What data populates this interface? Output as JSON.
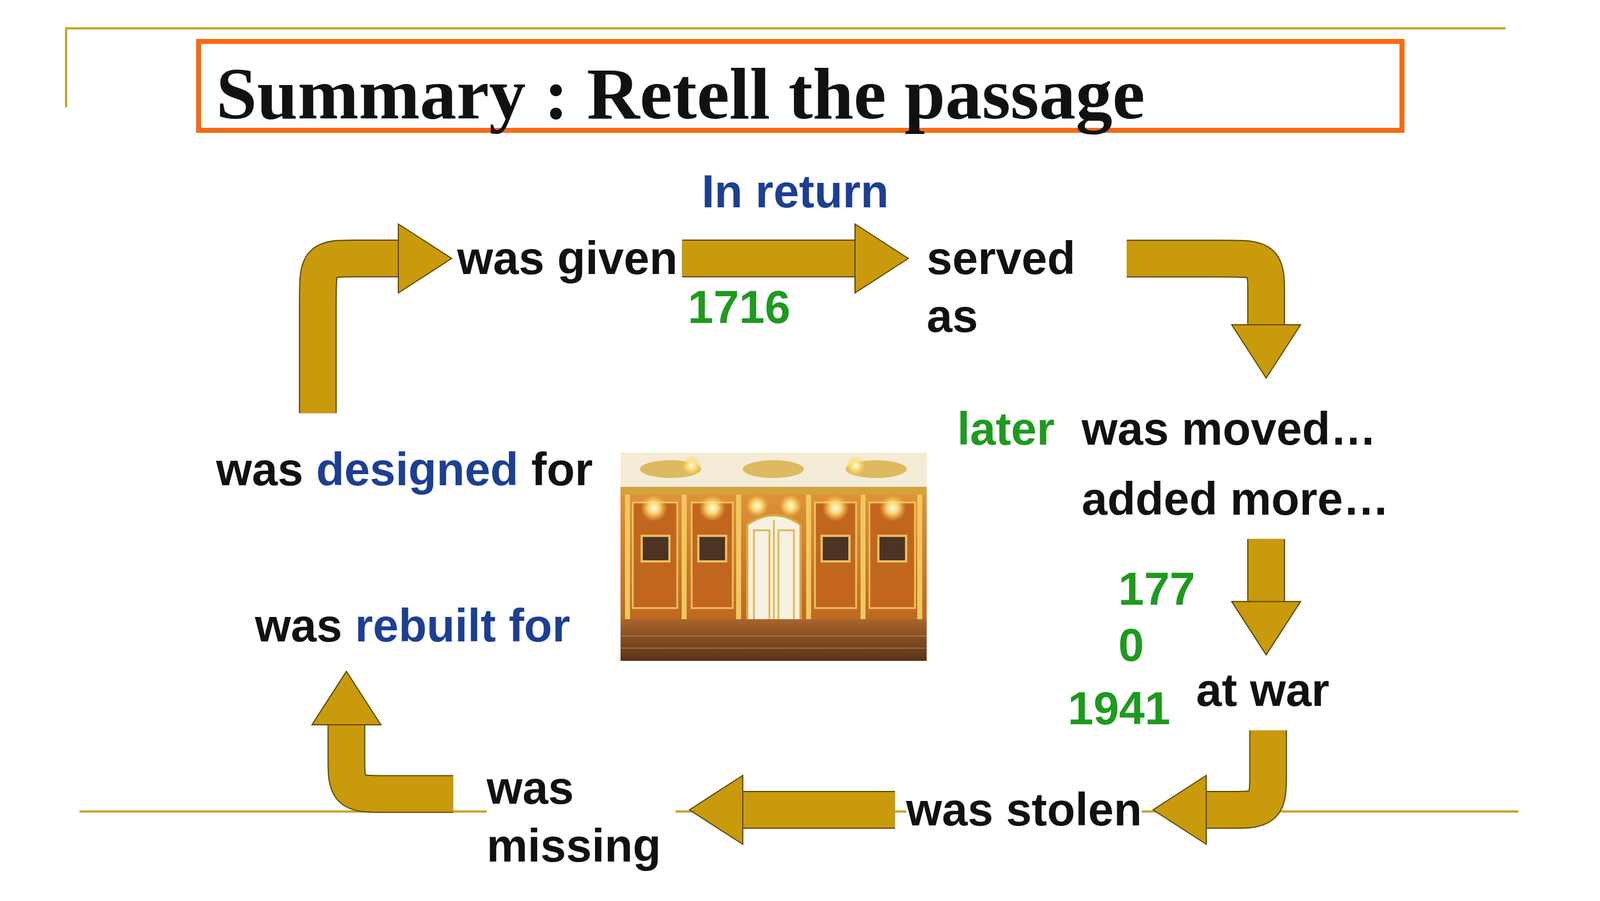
{
  "diagram": {
    "title": "Summary : Retell the passage",
    "nodes": [
      {
        "text": [
          "was designed for"
        ]
      },
      {
        "text": [
          "was given"
        ]
      },
      {
        "text": [
          "served as"
        ]
      },
      {
        "text": [
          "was moved…",
          "added more…"
        ]
      },
      {
        "text": [
          "at war"
        ]
      },
      {
        "text": [
          "was stolen"
        ]
      },
      {
        "text": [
          "was missing"
        ]
      },
      {
        "text": [
          "was rebuilt for"
        ]
      }
    ],
    "edges": [
      {
        "from": 0,
        "to": 1,
        "arrow": "to"
      },
      {
        "from": 1,
        "to": 2,
        "label": "In return",
        "arrow": "to"
      },
      {
        "from": 2,
        "to": 3,
        "arrow": "to"
      },
      {
        "from": 3,
        "to": 4,
        "arrow": "to"
      },
      {
        "from": 4,
        "to": 5,
        "arrow": "to"
      },
      {
        "from": 5,
        "to": 6,
        "arrow": "to"
      },
      {
        "from": 6,
        "to": 7,
        "arrow": "to"
      }
    ],
    "labels": [
      "1716",
      "later",
      "177 0",
      "1941"
    ]
  }
}
